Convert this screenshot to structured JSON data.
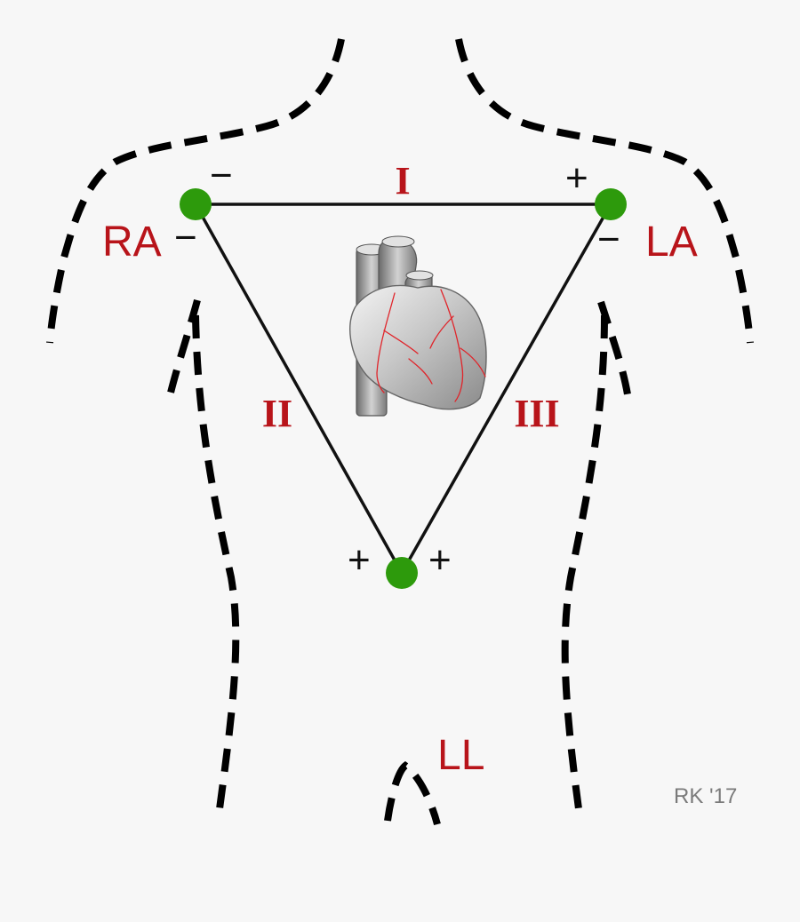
{
  "diagram": {
    "leads": {
      "lead_1": "I",
      "lead_2": "II",
      "lead_3": "III"
    },
    "limbs": {
      "right_arm": "RA",
      "left_arm": "LA",
      "left_leg": "LL"
    },
    "polarity": {
      "ra_top": "−",
      "ra_left": "−",
      "la_top": "+",
      "la_right": "−",
      "ll_left": "+",
      "ll_right": "+"
    },
    "signature": "RK '17",
    "colors": {
      "electrode": "#2d9a0c",
      "label_red": "#b8141a",
      "coronary_red": "#e0242a",
      "outline": "#000000"
    },
    "icons": {
      "electrode": "green-dot",
      "heart": "heart-illustration"
    }
  }
}
